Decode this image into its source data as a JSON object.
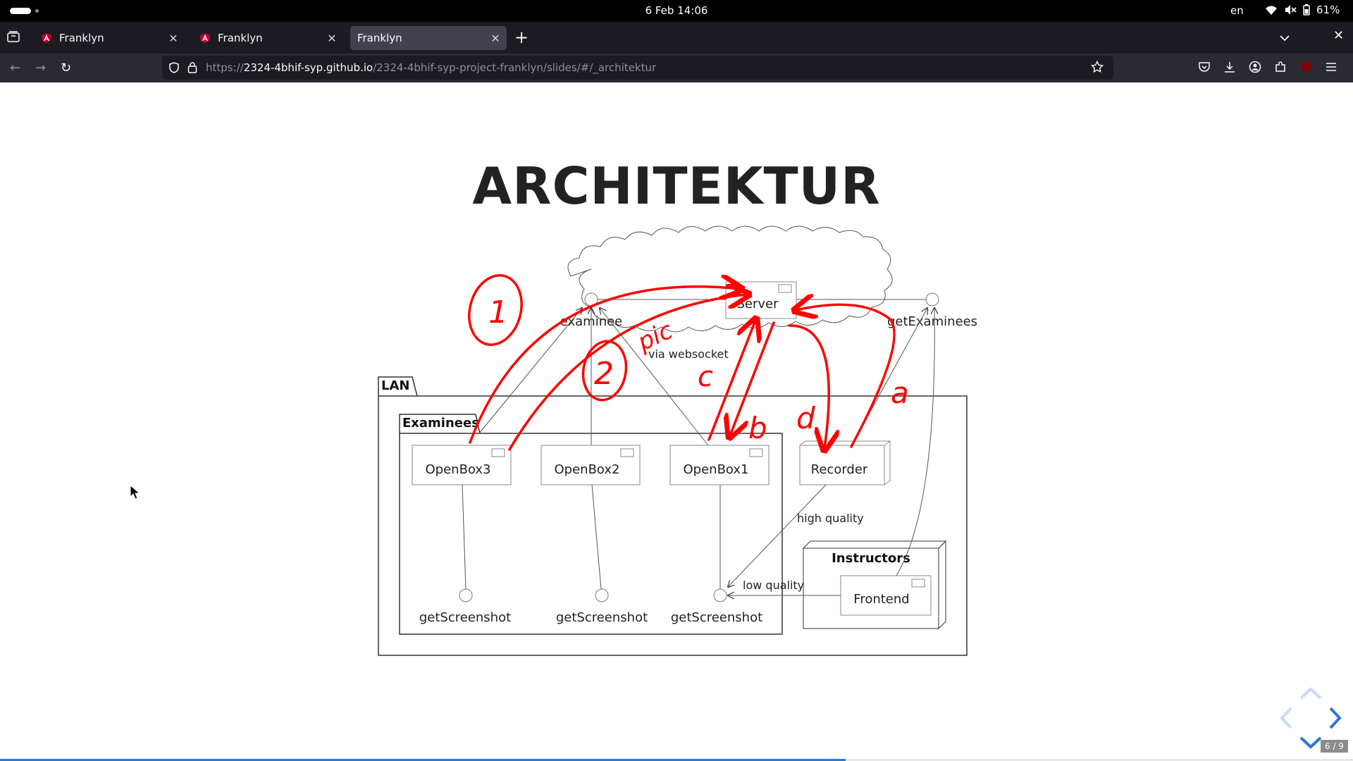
{
  "system_bar": {
    "date_time": "6 Feb  14:06",
    "language": "en",
    "battery": "61%"
  },
  "tabs": [
    {
      "title": "Franklyn",
      "active": false
    },
    {
      "title": "Franklyn",
      "active": false
    },
    {
      "title": "Franklyn",
      "active": true
    }
  ],
  "address_bar": {
    "url_scheme": "https://",
    "url_host": "2324-4bhif-syp.github.io",
    "url_path": "/2324-4bhif-syp-project-franklyn/slides/#/_architektur"
  },
  "slide": {
    "title": "ARCHITEKTUR",
    "slide_number": "6 / 9",
    "progress": 0.625
  },
  "diagram": {
    "cloud_server": "Server",
    "interface_examinee": "examinee",
    "interface_get_examinees": "getExaminees",
    "edge_label_websocket": "via websocket",
    "lan_label": "LAN",
    "examinees_label": "Examinees",
    "openbox3": "OpenBox3",
    "openbox2": "OpenBox2",
    "openbox1": "OpenBox1",
    "recorder": "Recorder",
    "screenshot_label": "getScreenshot",
    "edge_label_high_quality": "high quality",
    "edge_label_low_quality": "low quality",
    "instructors_label": "Instructors",
    "frontend": "Frontend"
  },
  "annotations": {
    "step_1": "1",
    "step_2": "2",
    "pic": "pic",
    "a": "a",
    "b": "b",
    "c": "c",
    "d": "d"
  },
  "colors": {
    "annotation": "#ff0000",
    "browser_tabbar": "#1c1b22",
    "browser_navbar": "#2b2a33",
    "progress": "#2a76dd"
  }
}
